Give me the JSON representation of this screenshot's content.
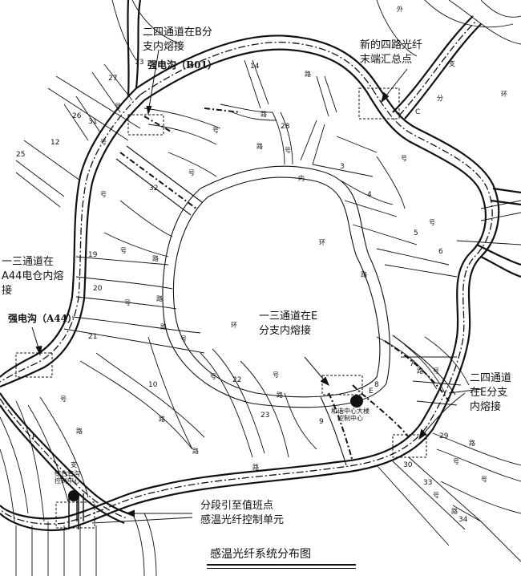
{
  "title": "感温光纤系统分布图",
  "annotations": {
    "b_branch_l1": "二四通道在B分",
    "b_branch_l2": "支内熔接",
    "b01": "强电沟（B01）",
    "new_four_l1": "新的四路光纤",
    "new_four_l2": "末端汇总点",
    "a44_l1": "一三通道在",
    "a44_l2": "A44电仓内熔",
    "a44_l3": "接",
    "a44_box": "强电沟（A44）",
    "e_branch_l1": "一三通道在E",
    "e_branch_l2": "分支内熔接",
    "e_right_l1": "二四通道",
    "e_right_l2": "在E分支",
    "e_right_l3": "内熔接",
    "section_l1": "分段引至值班点",
    "section_l2": "感温光纤控制单元"
  },
  "facilities": {
    "control_center_l1": "和谐中心大楼",
    "control_center_l2": "控制中心",
    "pipe_center_l1": "综合管沟",
    "pipe_center_l2": "控制中心"
  },
  "block_numbers": {
    "n3": "3",
    "n4": "4",
    "n5": "5",
    "n6": "6",
    "n7": "7",
    "n8": "8",
    "n9": "9",
    "n10": "10",
    "n12": "12",
    "n13": "13",
    "n14": "14",
    "n19": "19",
    "n20": "20",
    "n21": "21",
    "n22": "22",
    "n23": "23",
    "n25": "25",
    "n26": "26",
    "n27": "27",
    "n28": "28",
    "n29": "29",
    "n30": "30",
    "n31": "31",
    "n32": "32",
    "n33": "33",
    "n34": "34"
  },
  "node_labels": {
    "c": "C",
    "e": "E",
    "f": "F"
  },
  "road_chars": {
    "huan": "环",
    "lu": "路",
    "hao": "号",
    "nei": "内",
    "wai": "外",
    "zhi": "支",
    "fen": "分"
  },
  "colors": {
    "ink": "#111111",
    "background": "#ffffff"
  }
}
